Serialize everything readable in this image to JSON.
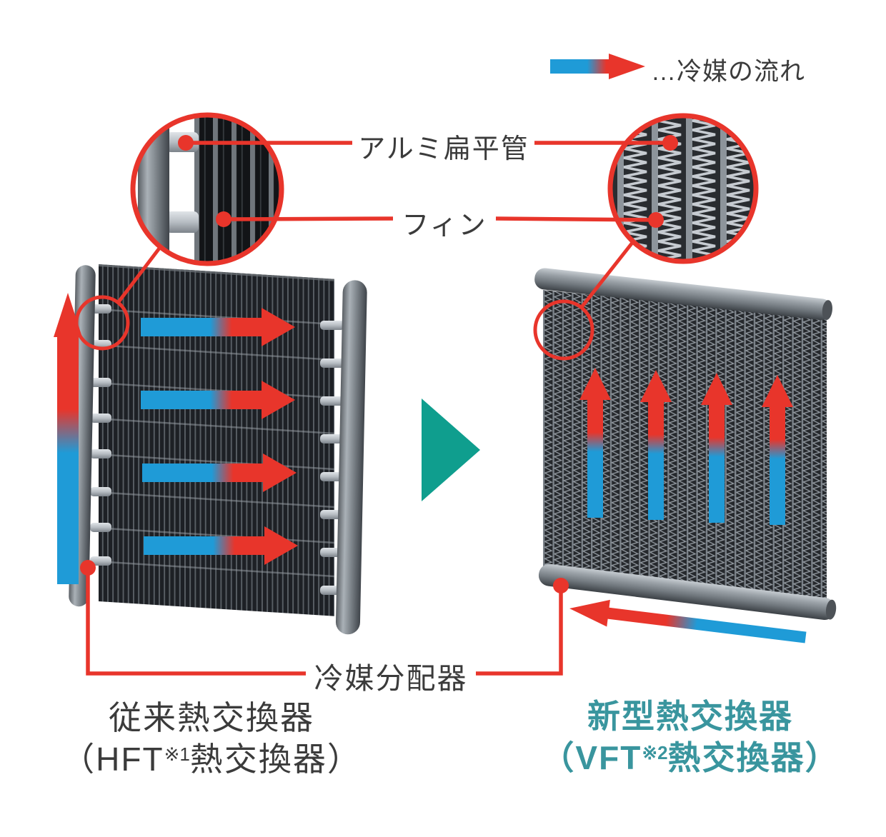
{
  "legend": {
    "label": "…冷媒の流れ"
  },
  "callouts": {
    "flat_tube": "アルミ扁平管",
    "fin": "フィン",
    "distributor": "冷媒分配器"
  },
  "left_exchanger": {
    "title_line1": "従来熱交換器",
    "title_line2_prefix": "（HFT",
    "title_line2_sup": "※1",
    "title_line2_suffix": "熱交換器）"
  },
  "right_exchanger": {
    "title_line1": "新型熱交換器",
    "title_line2_prefix": "（VFT",
    "title_line2_sup": "※2",
    "title_line2_suffix": "熱交換器）"
  },
  "colors": {
    "flow_red": "#e8352b",
    "flow_blue": "#1f9bd7",
    "leader_red": "#e8352b",
    "arrow_teal": "#0f9e8e",
    "title_teal": "#39959e",
    "text_dark": "#3b3b3b"
  }
}
